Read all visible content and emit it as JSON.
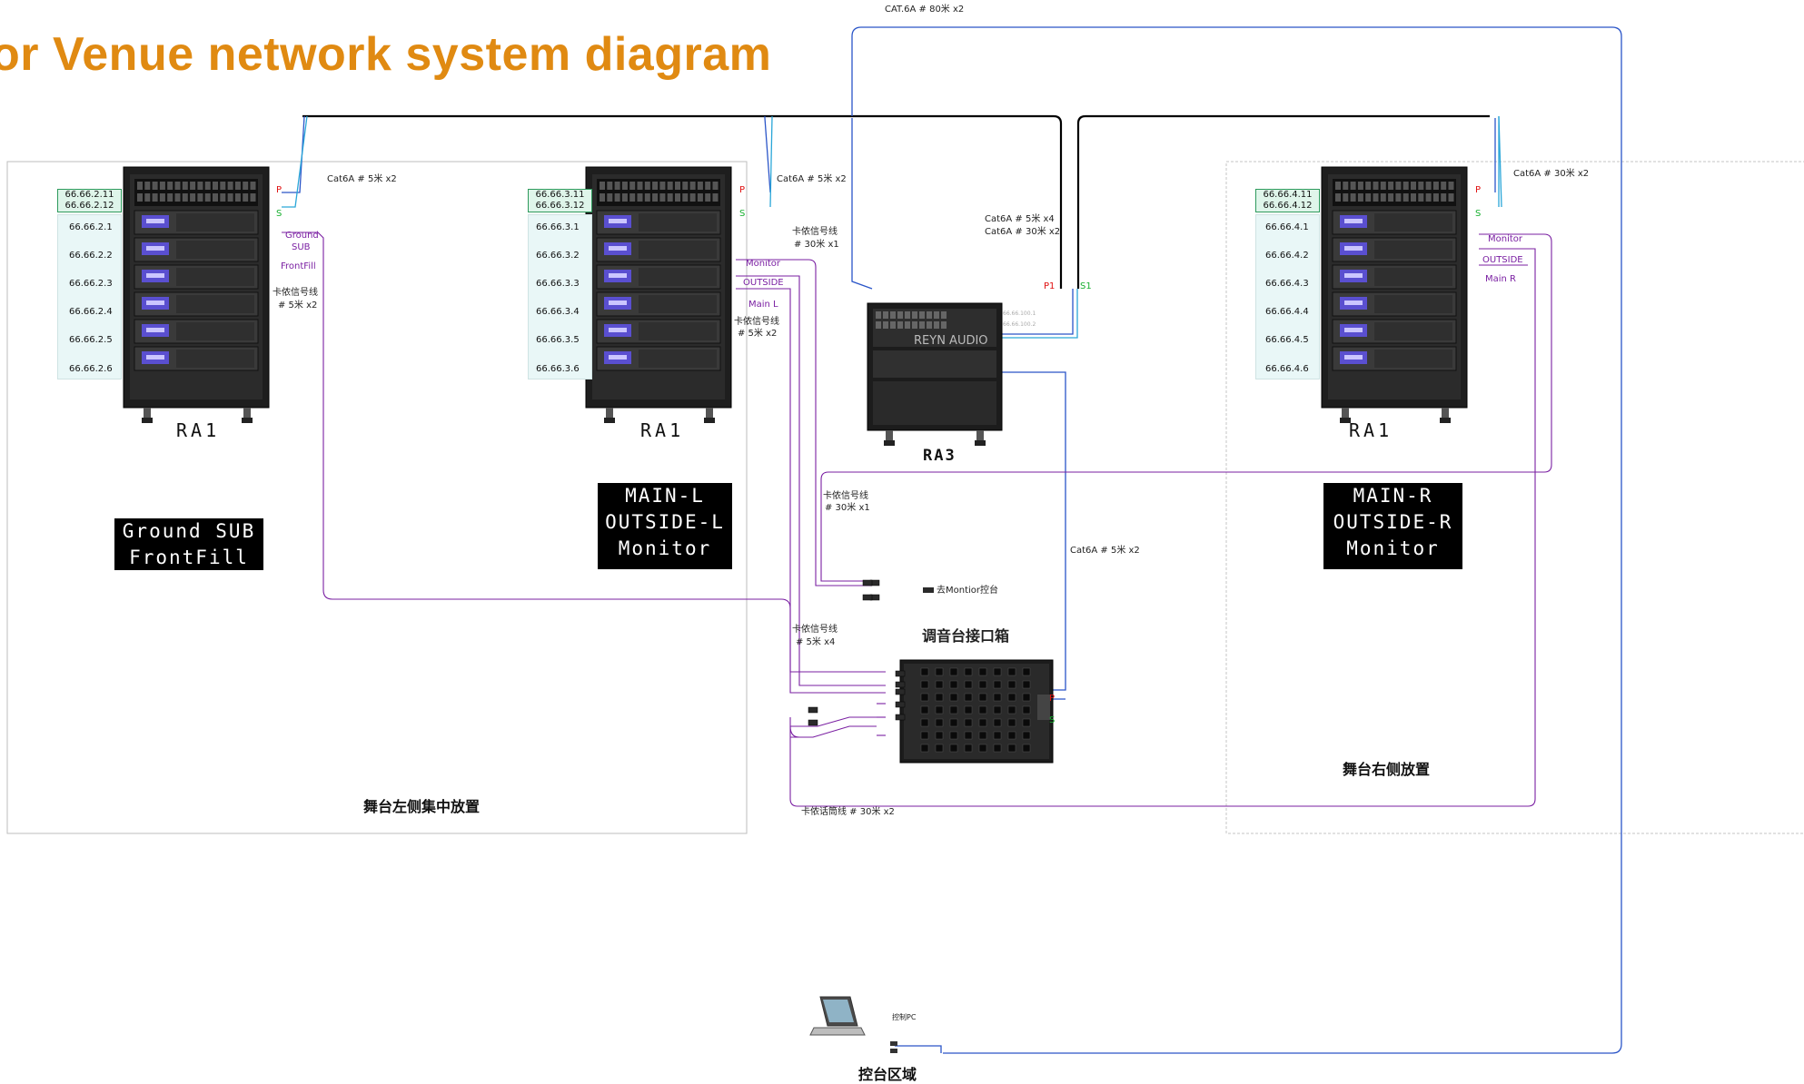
{
  "title": "or Venue network system diagram",
  "racks": {
    "left": {
      "name": "RA1",
      "ip_head": [
        "66.66.2.11",
        "66.66.2.12"
      ],
      "ips": [
        "66.66.2.1",
        "66.66.2.2",
        "66.66.2.3",
        "66.66.2.4",
        "66.66.2.5",
        "66.66.2.6"
      ],
      "ports": [
        "Ground",
        "SUB",
        "FrontFill"
      ],
      "label_box": [
        "Ground SUB",
        "FrontFill"
      ]
    },
    "center": {
      "name": "RA1",
      "ip_head": [
        "66.66.3.11",
        "66.66.3.12"
      ],
      "ips": [
        "66.66.3.1",
        "66.66.3.2",
        "66.66.3.3",
        "66.66.3.4",
        "66.66.3.5",
        "66.66.3.6"
      ],
      "ports": [
        "Monitor",
        "OUTSIDE",
        "Main L"
      ],
      "label_box": [
        "MAIN-L",
        "OUTSIDE-L",
        "Monitor"
      ]
    },
    "right": {
      "name": "RA1",
      "ip_head": [
        "66.66.4.11",
        "66.66.4.12"
      ],
      "ips": [
        "66.66.4.1",
        "66.66.4.2",
        "66.66.4.3",
        "66.66.4.4",
        "66.66.4.5",
        "66.66.4.6"
      ],
      "ports": [
        "Monitor",
        "OUTSIDE",
        "Main R"
      ],
      "label_box": [
        "MAIN-R",
        "OUTSIDE-R",
        "Monitor"
      ]
    },
    "ra3": {
      "name": "RA3",
      "brand": "REYN AUDIO",
      "ips": [
        "66.66.100.1",
        "66.66.100.2"
      ]
    }
  },
  "port_marks": {
    "primary": "P",
    "secondary": "S",
    "p1": "P1",
    "s1": "S1"
  },
  "cables": {
    "cat6a_80": "CAT.6A # 80米 x2",
    "cat6a_left": "Cat6A # 5米 x2",
    "cat6a_center": "Cat6A # 5米 x2",
    "cat6a_right": "Cat6A # 30米 x2",
    "cat6a_ra3_a": "Cat6A # 5米 x4",
    "cat6a_ra3_b": "Cat6A # 30米 x2",
    "cat6a_vertical": "Cat6A # 5米 x2",
    "signal_left_a": "卡侬信号线",
    "signal_left_b": "# 5米 x2",
    "signal_center_a": "卡侬信号线",
    "signal_center_b": "# 30米 x1",
    "signal_center2_a": "卡侬信号线",
    "signal_center2_b": "# 5米 x2",
    "signal_mid_a": "卡侬信号线",
    "signal_mid_b": "# 30米 x1",
    "signal_bottom_a": "卡侬信号线",
    "signal_bottom_b": "# 5米 x4",
    "mic_cable": "卡侬话筒线 # 30米 x2"
  },
  "labels": {
    "to_monitor": "去Montior控台",
    "stagebox": "调音台接口箱",
    "zone_left": "舞台左侧集中放置",
    "zone_right": "舞台右侧放置",
    "control_pc": "控制PC",
    "control_area": "控台区域"
  },
  "colors": {
    "title": "#e08a12",
    "network_primary": "#2a55c8",
    "network_secondary": "#2aa6d8",
    "signal": "#7a1fa2",
    "backbone": "#000000"
  }
}
